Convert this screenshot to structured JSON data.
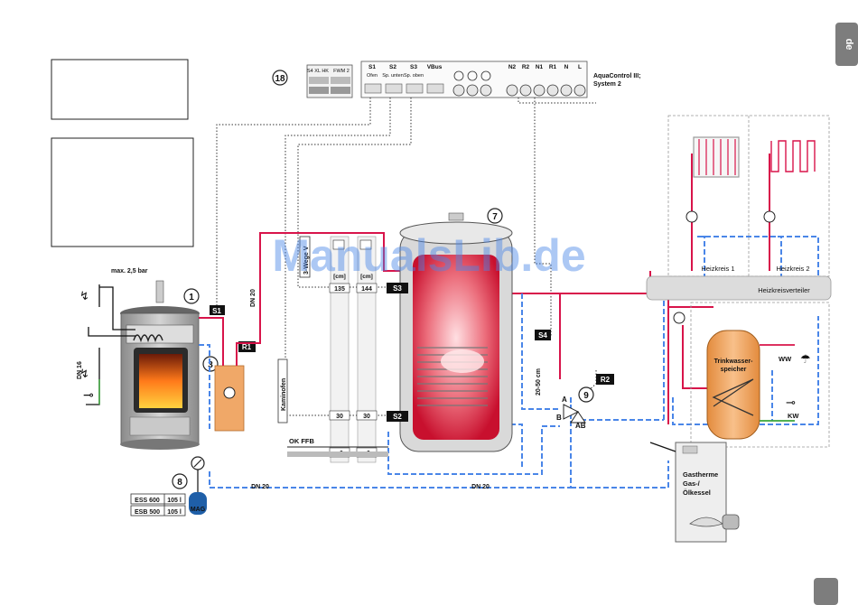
{
  "language_tab": "de",
  "watermark": "ManualsLib.de",
  "controller": {
    "module_labels": [
      "S4 XL HK",
      "FWM 2"
    ],
    "sensor_terms": [
      {
        "id": "S1",
        "sub": "Ofen"
      },
      {
        "id": "S2",
        "sub": "Sp. unten"
      },
      {
        "id": "S3",
        "sub": "Sp. oben"
      }
    ],
    "vbus": "VBus",
    "relay_terms": [
      "N2",
      "R2",
      "N1",
      "R1",
      "N",
      "L"
    ],
    "name_line1": "AquaControl III;",
    "name_line2": "System 2",
    "callout": "18"
  },
  "stove": {
    "callout": "1",
    "pressure": "max. 2,5 bar",
    "dn16": "DN 16"
  },
  "pump_group": {
    "callout": "3",
    "r1": "R1",
    "s1": "S1",
    "dn20": "DN 20"
  },
  "expansion": {
    "callout": "8",
    "mag": "MAG",
    "table": [
      {
        "model": "ESS 600",
        "vol": "105 l"
      },
      {
        "model": "ESB 500",
        "vol": "105 l"
      }
    ]
  },
  "chimney": "Kaminofen",
  "three_way": "3-Wege V",
  "floor": "OK FFB",
  "scale": {
    "unit": "[cm]",
    "col1": [
      "135",
      "30",
      "0"
    ],
    "col2": [
      "144",
      "30",
      "0"
    ]
  },
  "storage": {
    "callout": "7",
    "s2": "S2",
    "s3": "S3",
    "s4": "S4"
  },
  "valve9": {
    "callout": "9",
    "a": "A",
    "b": "B",
    "ab": "AB",
    "distance": "20-50 cm",
    "r2": "R2"
  },
  "heating": {
    "circuit1": "Heizkreis 1",
    "circuit2": "Heizkreis 2",
    "distributor": "Heizkreisverteiler"
  },
  "dhw": {
    "tank_line1": "Trinkwasser-",
    "tank_line2": "speicher",
    "ww": "WW",
    "kw": "KW"
  },
  "boiler": {
    "line1": "Gastherme",
    "line2": "Gas-/",
    "line3": "Ölkessel"
  },
  "pipe_dn20": "DN 20",
  "colors": {
    "hot": "#d8144a",
    "cold": "#4a86e8",
    "tank": "#c8102e",
    "dhw_tank": "#f3a35c",
    "tab": "#7d7d7d"
  }
}
